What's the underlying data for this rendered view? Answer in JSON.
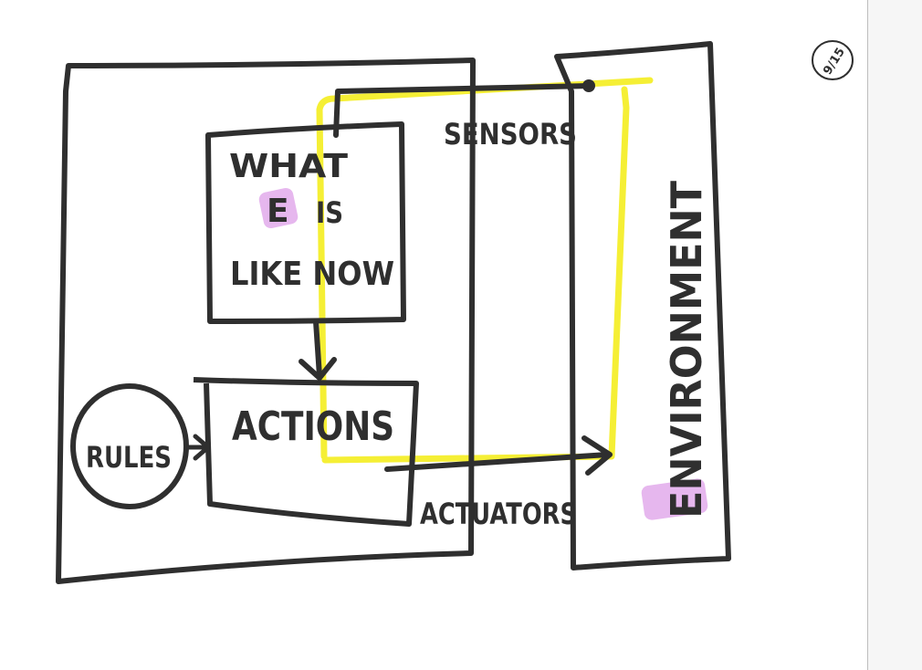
{
  "page_label": "9/15",
  "boxes": {
    "state": {
      "line1": "WHAT",
      "line2_letter": "E",
      "line2_rest": "IS",
      "line3": "LIKE NOW"
    },
    "actions": {
      "label": "ACTIONS"
    },
    "rules": {
      "label": "RULES"
    },
    "sensors": {
      "label": "SENSORS"
    },
    "actuators": {
      "label": "ACTUATORS"
    },
    "environment": {
      "label": "ENVIRONMENT"
    }
  },
  "colors": {
    "ink": "#2f2f2f",
    "highlight_yellow": "#f4ee2a",
    "highlight_pink": "#d27be0",
    "paper": "#ffffff",
    "scan_edge": "#f6f6f6"
  }
}
